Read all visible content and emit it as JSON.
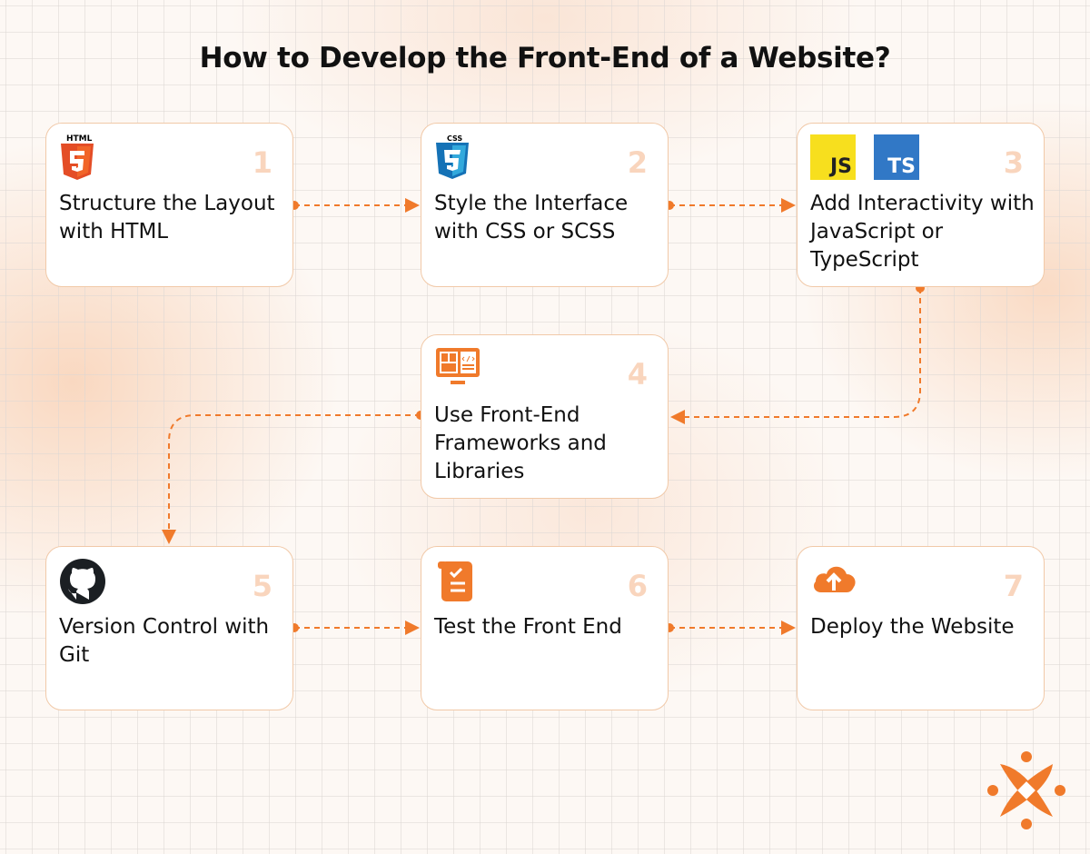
{
  "title": "How to Develop the Front-End of a Website?",
  "accent": "#f07a2b",
  "steps": [
    {
      "number": "1",
      "label": "Structure the Layout with HTML",
      "icon": "html5-icon",
      "icon_text": "HTML"
    },
    {
      "number": "2",
      "label": "Style the Interface with CSS or SCSS",
      "icon": "css3-icon",
      "icon_text": "CSS"
    },
    {
      "number": "3",
      "label": "Add Interactivity with JavaScript or TypeScript",
      "icon": "js-ts-icon",
      "js_text": "JS",
      "ts_text": "TS"
    },
    {
      "number": "4",
      "label": "Use Front-End Frameworks and Libraries",
      "icon": "framework-icon"
    },
    {
      "number": "5",
      "label": "Version Control with Git",
      "icon": "github-icon"
    },
    {
      "number": "6",
      "label": "Test the Front End",
      "icon": "test-checklist-icon"
    },
    {
      "number": "7",
      "label": "Deploy the Website",
      "icon": "cloud-upload-icon"
    }
  ]
}
